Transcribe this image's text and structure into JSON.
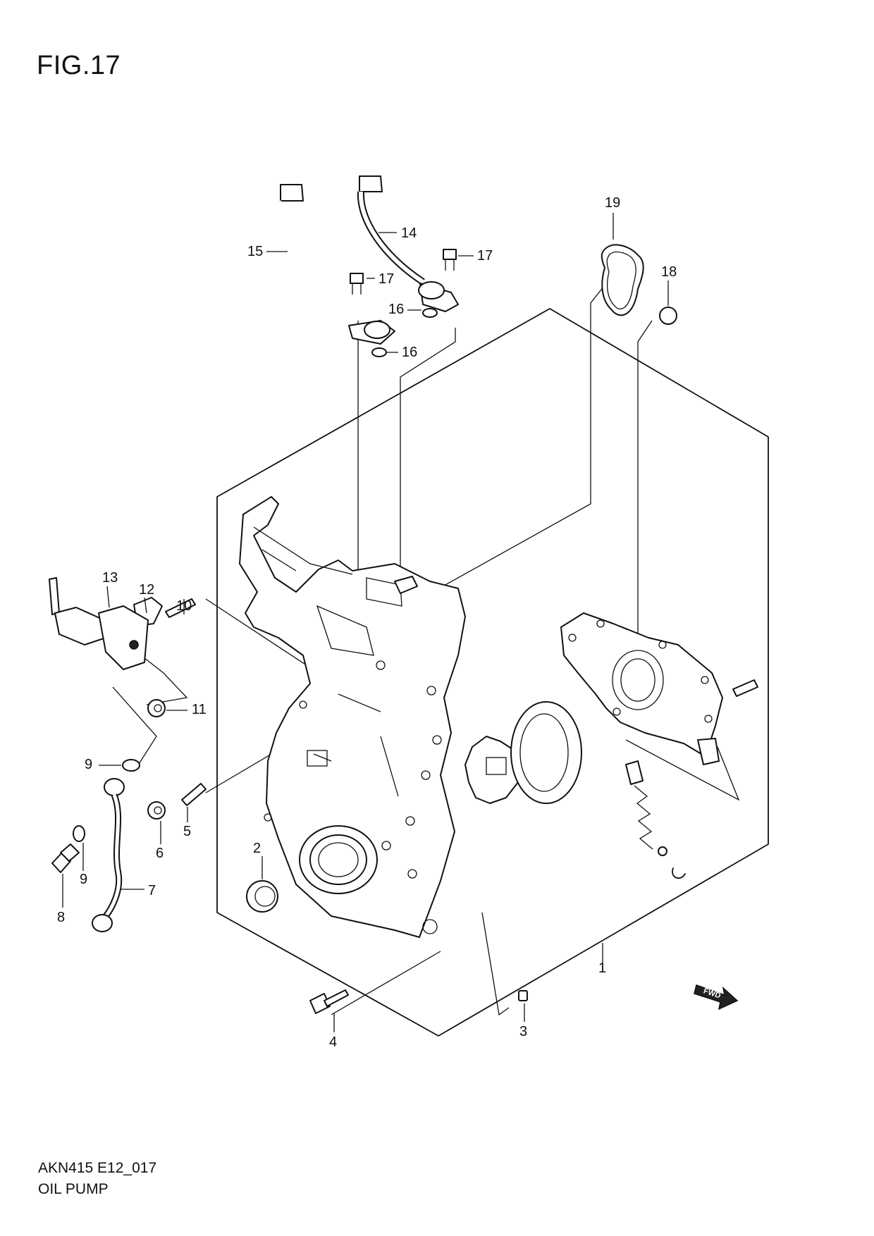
{
  "figure": {
    "title": "FIG.17"
  },
  "footer": {
    "code": "AKN415 E12_017",
    "caption": "OIL PUMP"
  },
  "fwd_label": "FWD",
  "callouts": [
    "1",
    "2",
    "3",
    "4",
    "5",
    "6",
    "7",
    "8",
    "9",
    "9",
    "10",
    "11",
    "12",
    "13",
    "14",
    "15",
    "16",
    "16",
    "17",
    "17",
    "18",
    "19"
  ]
}
